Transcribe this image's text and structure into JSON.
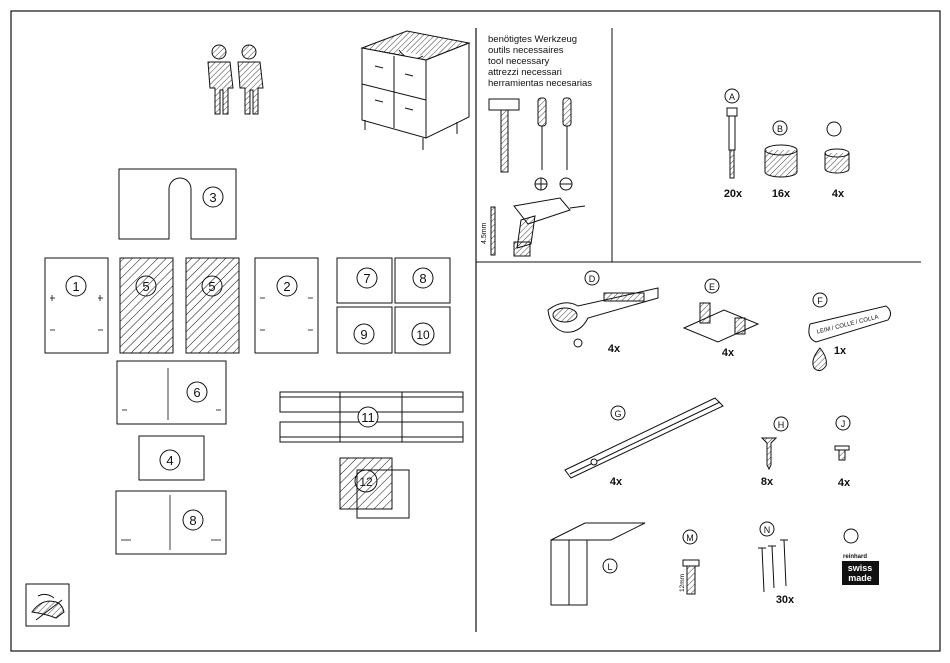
{
  "tools": {
    "lines": [
      "benötigtes Werkzeug",
      "outils necessaires",
      "tool necessary",
      "attrezzi necessari",
      "herramientas necesarias"
    ],
    "drill_size": "4.5mm"
  },
  "panels": [
    {
      "id": "1",
      "label": "1"
    },
    {
      "id": "2",
      "label": "2"
    },
    {
      "id": "3",
      "label": "3"
    },
    {
      "id": "4",
      "label": "4"
    },
    {
      "id": "5a",
      "label": "5"
    },
    {
      "id": "5b",
      "label": "5"
    },
    {
      "id": "6",
      "label": "6"
    },
    {
      "id": "7",
      "label": "7"
    },
    {
      "id": "8a",
      "label": "8"
    },
    {
      "id": "8b",
      "label": "8"
    },
    {
      "id": "9",
      "label": "9"
    },
    {
      "id": "10",
      "label": "10"
    },
    {
      "id": "11",
      "label": "11"
    },
    {
      "id": "12",
      "label": "12"
    }
  ],
  "hardware": {
    "A": {
      "label": "A",
      "qty": "20x"
    },
    "B": {
      "label": "B",
      "qty": "16x"
    },
    "blank1": {
      "label": "",
      "qty": "4x"
    },
    "D": {
      "label": "D",
      "qty": "4x"
    },
    "E": {
      "label": "E",
      "qty": "4x"
    },
    "F": {
      "label": "F",
      "qty": "1x",
      "tube_text": "LEIM / COLLE / COLLA"
    },
    "G": {
      "label": "G",
      "qty": "4x"
    },
    "H": {
      "label": "H",
      "qty": "8x"
    },
    "J": {
      "label": "J",
      "qty": "4x"
    },
    "L": {
      "label": "L"
    },
    "M": {
      "label": "M",
      "size": "12mm"
    },
    "N": {
      "label": "N",
      "qty": "30x"
    },
    "badge": {
      "brand": "reinhard",
      "line1": "swiss",
      "line2": "made"
    }
  }
}
